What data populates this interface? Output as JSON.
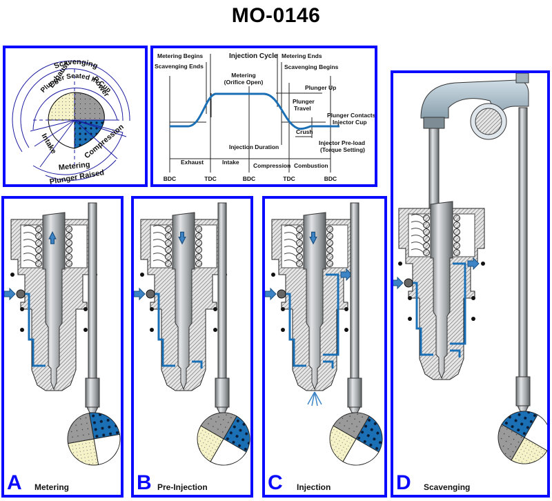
{
  "title": "MO-0146",
  "colors": {
    "frame": "#0a0aff",
    "fuel_blue": "#1a6fb5",
    "cam_gray": "#9a9a9a",
    "cam_yellow": "#f6f3c8",
    "metal": "#b8bcc0"
  },
  "cycle_wheel": {
    "outer_labels": [
      "Scavenging",
      "Plunger Seated In Cup"
    ],
    "bottom_labels": [
      "Metering",
      "Plunger Raised"
    ],
    "sectors": [
      "Exhaust",
      "Power",
      "Intake",
      "Compression"
    ]
  },
  "injection_cycle": {
    "title": "Injection Cycle",
    "labels": {
      "metering_begins": "Metering Begins",
      "scavenging_ends": "Scavenging Ends",
      "metering_ends": "Metering Ends",
      "scavenging_begins": "Scavenging Begins",
      "metering": "Metering",
      "orifice_open": "(Orifice Open)",
      "plunger_up": "Plunger Up",
      "plunger": "Plunger",
      "travel": "Travel",
      "plunger_contacts": "Plunger Contacts",
      "injector_cup": "Injector Cup",
      "crush": "Crush",
      "injection_duration": "Injection Duration",
      "injector_preload": "Injector Pre-load",
      "torque_setting": "(Torque Setting)"
    },
    "strokes": [
      "Exhaust",
      "Intake",
      "Compression",
      "Combustion"
    ],
    "positions": [
      "BDC",
      "TDC",
      "BDC",
      "TDC",
      "BDC"
    ]
  },
  "panels": [
    {
      "letter": "A",
      "caption": "Metering",
      "plunger_arrow": "up"
    },
    {
      "letter": "B",
      "caption": "Pre-Injection",
      "plunger_arrow": "down"
    },
    {
      "letter": "C",
      "caption": "Injection",
      "plunger_arrow": "down"
    },
    {
      "letter": "D",
      "caption": "Scavenging",
      "plunger_arrow": "none"
    }
  ]
}
